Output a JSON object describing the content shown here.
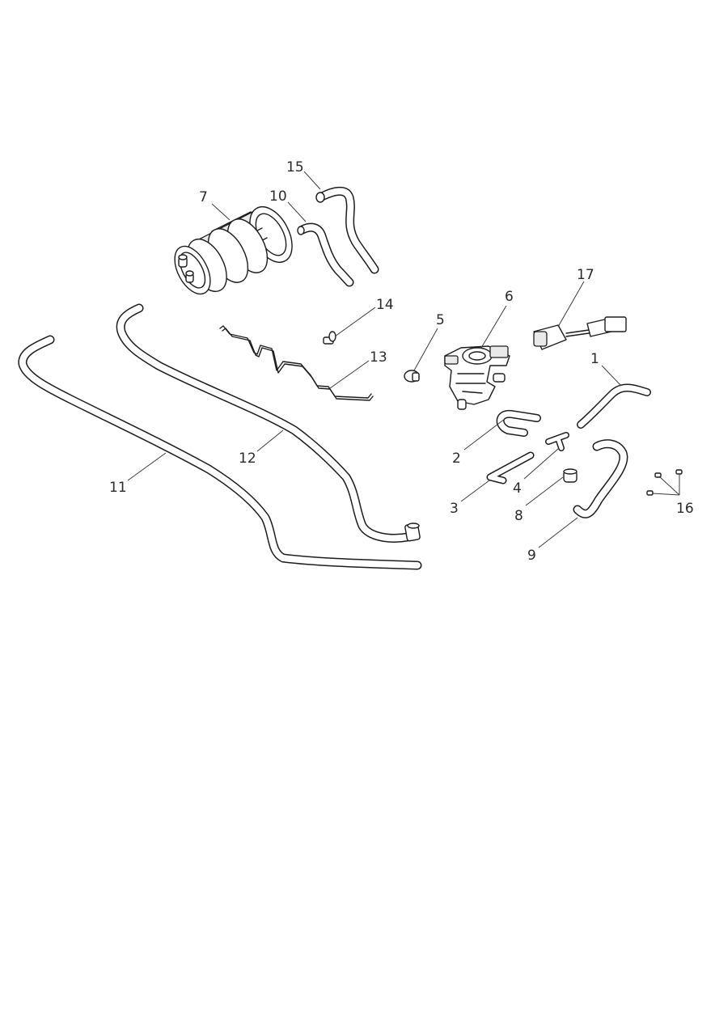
{
  "callouts": [
    {
      "id": "1",
      "label": "1"
    },
    {
      "id": "2",
      "label": "2"
    },
    {
      "id": "3",
      "label": "3"
    },
    {
      "id": "4",
      "label": "4"
    },
    {
      "id": "5",
      "label": "5"
    },
    {
      "id": "6",
      "label": "6"
    },
    {
      "id": "7",
      "label": "7"
    },
    {
      "id": "8",
      "label": "8"
    },
    {
      "id": "9",
      "label": "9"
    },
    {
      "id": "10",
      "label": "10"
    },
    {
      "id": "11",
      "label": "11"
    },
    {
      "id": "12",
      "label": "12"
    },
    {
      "id": "13",
      "label": "13"
    },
    {
      "id": "14",
      "label": "14"
    },
    {
      "id": "15",
      "label": "15"
    },
    {
      "id": "16",
      "label": "16"
    },
    {
      "id": "17",
      "label": "17"
    }
  ],
  "colors": {
    "line": "#1c1c1c",
    "background": "#ffffff",
    "shade": "#e9e9e9"
  }
}
